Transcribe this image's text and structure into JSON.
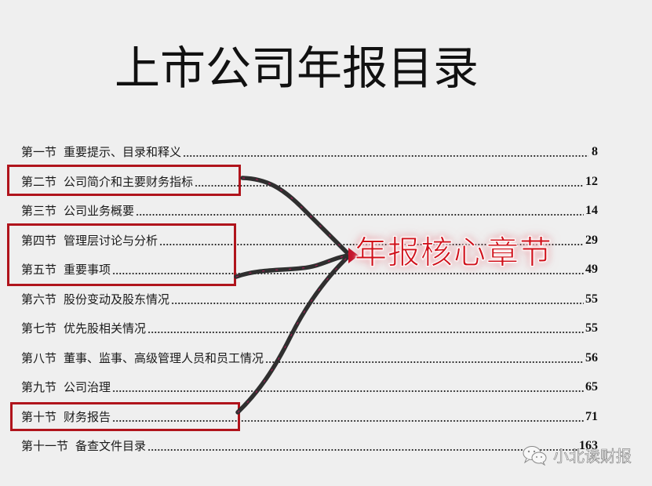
{
  "title": "上市公司年报目录",
  "toc": [
    {
      "num": "第一节",
      "title": "重要提示、目录和释义",
      "page": "8"
    },
    {
      "num": "第二节",
      "title": "公司简介和主要财务指标",
      "page": "12"
    },
    {
      "num": "第三节",
      "title": "公司业务概要",
      "page": "14"
    },
    {
      "num": "第四节",
      "title": "管理层讨论与分析",
      "page": "29"
    },
    {
      "num": "第五节",
      "title": "重要事项",
      "page": "49"
    },
    {
      "num": "第六节",
      "title": "股份变动及股东情况",
      "page": "55"
    },
    {
      "num": "第七节",
      "title": "优先股相关情况",
      "page": "55"
    },
    {
      "num": "第八节",
      "title": "董事、监事、高级管理人员和员工情况",
      "page": "56"
    },
    {
      "num": "第九节",
      "title": "公司治理",
      "page": "65"
    },
    {
      "num": "第十节",
      "title": "财务报告",
      "page": "71"
    },
    {
      "num": "第十一节",
      "title": "备查文件目录",
      "page": "163"
    }
  ],
  "annotation": {
    "label": "年报核心章节",
    "highlighted_sections": [
      "第二节",
      "第四节",
      "第五节",
      "第十节"
    ],
    "box_color": "#b0141c",
    "label_color": "#d0101a",
    "arrow_color": "#2f2f2f"
  },
  "watermark": {
    "icon": "wechat-icon",
    "text": "小北读财报"
  },
  "colors": {
    "background": "#efefef",
    "text": "#1a1a1a"
  }
}
